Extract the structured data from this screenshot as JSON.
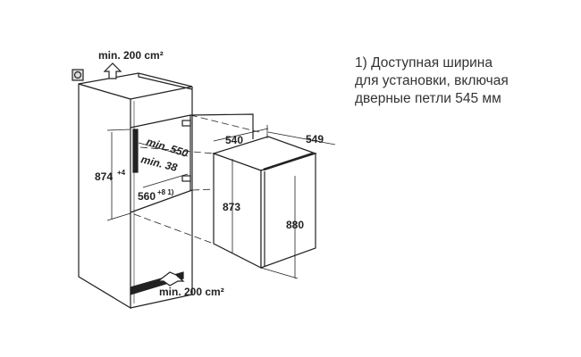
{
  "labels": {
    "vent_top": "min. 200 cm²",
    "vent_bottom": "min. 200 cm²",
    "niche_height": "874",
    "niche_height_tol": "+4",
    "niche_depth": "min. 550",
    "gap": "min. 38",
    "niche_width": "560",
    "niche_width_tol": "+8 1)",
    "appliance_width": "540",
    "appliance_depth": "549",
    "appliance_height": "873",
    "appliance_total_height": "880"
  },
  "footnote": {
    "line1": "1) Доступная ширина",
    "line2": "для установки, включая",
    "line3": "дверные петли 545 мм"
  }
}
